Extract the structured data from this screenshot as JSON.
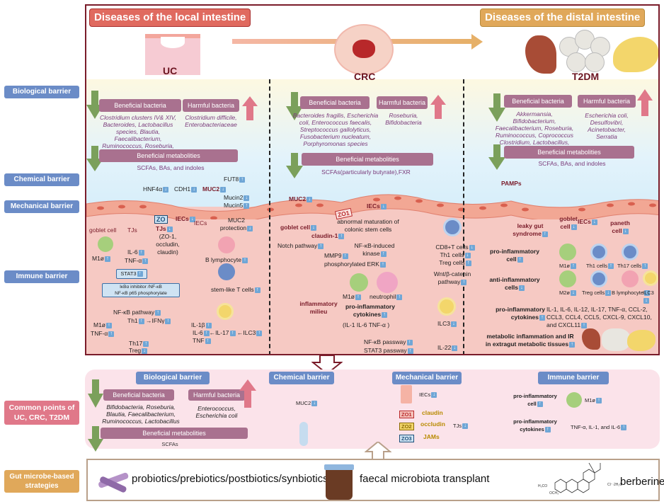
{
  "side_labels": {
    "biological": "Biological barrier",
    "chemical": "Chemical barrier",
    "mechanical": "Mechanical barrier",
    "immune": "Immune barrier",
    "common": "Common points of UC, CRC, T2DM",
    "strategies": "Gut microbe-based strategies"
  },
  "header": {
    "local_title": "Diseases of the local intestine",
    "distal_title": "Diseases of the distal intestine",
    "uc": "UC",
    "crc": "CRC",
    "t2dm": "T2DM"
  },
  "colors": {
    "barrier_blue": "#6b8cc7",
    "local_red": "#e06a5f",
    "distal_orange": "#e0a85a",
    "frame_maroon": "#7a1c2a",
    "pill_mauve": "#a9718f",
    "down_green": "#7ba05b",
    "up_pink": "#e07889"
  },
  "uc": {
    "beneficial_bacteria_label": "Beneficial bacteria",
    "beneficial_bacteria": "Clostridium clusters IV& XIV, Bacteroides, Lactobacillus species, Blautia, Faecalibacterium, Ruminococcus, Roseburia, Bifidobacteria",
    "harmful_bacteria_label": "Harmful bacteria",
    "harmful_bacteria": "Clostridium difficile, Enterobacteriaceae",
    "metabolites_label": "Beneficial metabolities",
    "metabolites": "SCFAs, BAs, and indoles",
    "hnf4a": "HNF4α",
    "cdh1": "CDH1",
    "muc2": "MUC2",
    "fut8": "FUT8",
    "mucin2": "Mucin2",
    "mucin5": "Mucin5",
    "muc2_protection": "MUC2 protection",
    "goblet_cell": "goblet cell",
    "tjs": "TJs",
    "zo": "ZO",
    "iecs_main": "IECs",
    "iecs": "IECs",
    "tjs_detail_title": "TJs",
    "tjs_detail": "(ZO-1, occludin, claudin)",
    "m1": "M1ø",
    "il6": "IL-6",
    "tnfa": "TNF-α",
    "b_lymph": "B lymphocyte",
    "stat3": "STAT3",
    "ikba": "IκBα inhibitor /NF-κB",
    "nfkb_p65": "NF-κB p65 phosphorylate",
    "stem_t": "stem-like T cells",
    "nfkb_pathway": "NF-κB pathway",
    "m1b": "M1ø",
    "tnfa_b": "TNF-α",
    "th1": "Th1",
    "ifny": "→IFNγ",
    "th17": "Th17",
    "treg": "Treg",
    "il1b": "IL-1β",
    "il6b": "IL-6",
    "il17": "←IL-17",
    "ilc3": "←ILC3",
    "tnf": "TNF"
  },
  "crc": {
    "beneficial_bacteria_label": "Beneficial bacteria",
    "beneficial_bacteria": "Bacteroides fragilis, Escherichia coli, Enterococcus faecalis, Streptococcus gallolyticus, Fusobacterium nucleatum, Porphyromonas species",
    "harmful_bacteria_label": "Harmful bacteria",
    "harmful_bacteria": "Roseburia, Bifidobacteria",
    "metabolites_label": "Beneficial metabolities",
    "metabolites": "SCFAs(particularly butyrate),FXR",
    "muc2": "MUC2",
    "zo1": "ZO1",
    "iecs": "IECs",
    "abnormal": "abnormal maturation of colonic stem cells",
    "goblet_cell": "goblet cell",
    "claudin1": "claudin-1",
    "nfkb_kinase": "NF-κB-induced kinase",
    "notch": "Notch pathway",
    "mmp9": "MMP9",
    "erk": "phosphorylated ERK",
    "cd8": "CD8+T cells",
    "th1": "Th1 cells",
    "treg": "Treg cells",
    "wnt": "Wnt/β-catenin pathway",
    "m1": "M1ø",
    "neutrophil": "neutrophil",
    "milieu": "inflammatory milieu",
    "pro_cyt": "pro-inflammatory cytokines",
    "cyt_list": "(IL-1  IL-6  TNF-α  )",
    "ilc3": "ILC3",
    "nfkb": "NF-κB passway",
    "stat3": "STAT3 passway",
    "il22": "IL-22"
  },
  "t2dm": {
    "beneficial_bacteria_label": "Beneficial bacteria",
    "beneficial_bacteria": "Akkermansia, Bifidobacterium, Faecalibacterium, Roseburia, Ruminococcus, Coprococcus Clostridium, Lactobacillus, Blautia",
    "harmful_bacteria_label": "Harmful bacteria",
    "harmful_bacteria": "Escherichia coli, Desulfovibri, Acinetobacter, Serratia",
    "metabolites_label": "Beneficial metabolities",
    "metabolites": "SCFAs, BAs, and indoles",
    "pamps": "PAMPs",
    "leaky": "leaky gut syndrome",
    "goblet": "goblet cell",
    "iecs": "IECs",
    "paneth": "paneth cell",
    "pro_cell": "pro-inflammatory cell",
    "m1": "M1ø",
    "th1": "Th1 cells",
    "th17": "Th17 cells",
    "anti_cell": "anti-inflammatory cells",
    "m2": "M2ø",
    "treg": "Treg cells",
    "b_lymph": "B lymphocyte",
    "ilc3": "ILC3",
    "pro_cyt": "pro-inflammatory cytokines",
    "cyt_list": "IL-1, IL-6, IL-12, IL-17, TNF-α, CCL-2, CCL3, CCL4, CCL5, CXCL-9, CXCL10, and CXCL11",
    "metabolic": "metabolic inflammation and IR in extragut metabolic tissues"
  },
  "common": {
    "bio_title": "Biological barrier",
    "beneficial_bacteria_label": "Beneficial bacteria",
    "beneficial_bacteria": "Bifidobacteria, Roseburia, Blautia, Faecalibacterium, Ruminococcus, Lactobacillus",
    "harmful_bacteria_label": "Harmful bacteria",
    "harmful_bacteria": "Enterococcus, Escherichia coli",
    "metabolites_label": "Beneficial metabolities",
    "metabolites": "SCFAs",
    "chem_title": "Chemical barrier",
    "muc2": "MUC2",
    "mech_title": "Mechanical barrier",
    "iecs": "IECs",
    "claudin": "claudin",
    "occludin": "occludin",
    "jams": "JAMs",
    "tjs": "TJs",
    "zo1": "ZO1",
    "zo2": "ZO2",
    "zo3": "ZO3",
    "imm_title": "Immune barrier",
    "pro_cell": "pro-inflammatory cell",
    "m1": "M1ø",
    "pro_cyt": "pro-inflammatory cytokines",
    "cyt_list": "TNF-α, IL-1, and IL-6"
  },
  "strategies": {
    "probiotics": "probiotics/prebiotics/postbiotics/synbiotics",
    "fmt": "faecal microbiota transplant",
    "berberine": "berberine",
    "berberine_formula_note": "Cl⁻·2H₂O",
    "h3co": "H₃CO",
    "och3": "OCH₃"
  }
}
